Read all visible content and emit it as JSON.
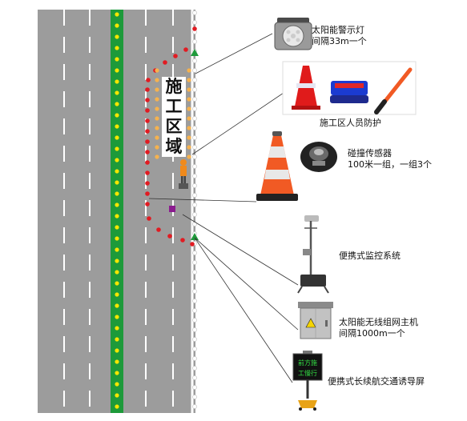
{
  "work_zone": {
    "title_chars": [
      "施",
      "工",
      "区",
      "域"
    ]
  },
  "callouts": {
    "warning_light": {
      "line1": "太阳能警示灯",
      "line2": "间隔33m一个"
    },
    "personal_protection": {
      "label": "施工区人员防护"
    },
    "collision_sensor": {
      "line1": "碰撞传感器",
      "line2": "100米一组，一组3个"
    },
    "monitoring": {
      "label": "便携式监控系统"
    },
    "wireless_host": {
      "line1": "太阳能无线组网主机",
      "line2": "间隔1000m一个"
    },
    "guidance_screen": {
      "label": "便携式长续航交通诱导屏",
      "screen_text": [
        "前方施",
        "工慢行"
      ]
    }
  },
  "colors": {
    "road": "#9c9c9c",
    "lane_line": "#ffffff",
    "median_green": "#1d9a3a",
    "median_dot": "#f5e600",
    "cone_red": "#e11b22",
    "cone_dot_orange": "#f6b24e",
    "marker_green": "#1f9a3b",
    "marker_purple": "#8b1c8f"
  }
}
